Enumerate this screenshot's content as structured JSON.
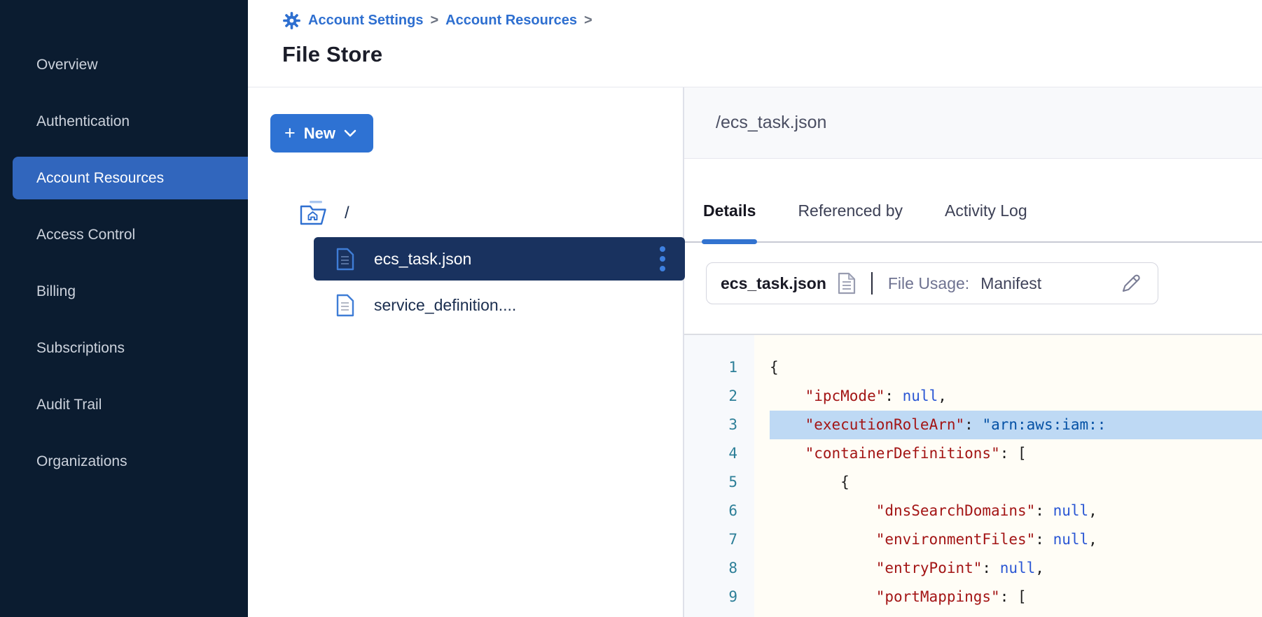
{
  "colors": {
    "sidebar_bg": "#0b1c30",
    "sidebar_active": "#3166bd",
    "brand_blue": "#2e6fd0",
    "tree_selected_bg": "#19325f",
    "tab_underline": "#3273d0",
    "line_highlight": "#bed9f4",
    "code_key": "#a31515",
    "code_string": "#0451a5",
    "code_null": "#2a56d4",
    "line_number": "#2d7f98"
  },
  "sidebar": {
    "items": [
      {
        "label": "Overview",
        "active": false
      },
      {
        "label": "Authentication",
        "active": false
      },
      {
        "label": "Account Resources",
        "active": true
      },
      {
        "label": "Access Control",
        "active": false
      },
      {
        "label": "Billing",
        "active": false
      },
      {
        "label": "Subscriptions",
        "active": false
      },
      {
        "label": "Audit Trail",
        "active": false
      },
      {
        "label": "Organizations",
        "active": false
      }
    ]
  },
  "header": {
    "breadcrumbs": [
      {
        "label": "Account Settings"
      },
      {
        "label": "Account Resources"
      }
    ],
    "separator": ">",
    "title": "File Store"
  },
  "tree": {
    "new_button": {
      "plus": "+",
      "label": "New"
    },
    "root_label": "/",
    "files": [
      {
        "name": "ecs_task.json",
        "selected": true,
        "has_menu": true
      },
      {
        "name": "service_definition....",
        "selected": false,
        "has_menu": false
      }
    ]
  },
  "detail": {
    "path": "/ecs_task.json",
    "tabs": [
      {
        "label": "Details",
        "active": true
      },
      {
        "label": "Referenced by",
        "active": false
      },
      {
        "label": "Activity Log",
        "active": false
      }
    ],
    "file_card": {
      "name": "ecs_task.json",
      "usage_label": "File Usage:",
      "usage_value": "Manifest"
    }
  },
  "editor": {
    "highlighted_line": 3,
    "lines": [
      {
        "num": 1,
        "indent": 0,
        "tokens": [
          {
            "t": "{",
            "c": "p"
          }
        ]
      },
      {
        "num": 2,
        "indent": 1,
        "tokens": [
          {
            "t": "\"ipcMode\"",
            "c": "k"
          },
          {
            "t": ": ",
            "c": "p"
          },
          {
            "t": "null",
            "c": "n"
          },
          {
            "t": ",",
            "c": "p"
          }
        ]
      },
      {
        "num": 3,
        "indent": 1,
        "tokens": [
          {
            "t": "\"executionRoleArn\"",
            "c": "k"
          },
          {
            "t": ": ",
            "c": "p"
          },
          {
            "t": "\"arn:aws:iam::",
            "c": "s"
          }
        ]
      },
      {
        "num": 4,
        "indent": 1,
        "tokens": [
          {
            "t": "\"containerDefinitions\"",
            "c": "k"
          },
          {
            "t": ": [",
            "c": "p"
          }
        ]
      },
      {
        "num": 5,
        "indent": 2,
        "tokens": [
          {
            "t": "{",
            "c": "p"
          }
        ]
      },
      {
        "num": 6,
        "indent": 3,
        "tokens": [
          {
            "t": "\"dnsSearchDomains\"",
            "c": "k"
          },
          {
            "t": ": ",
            "c": "p"
          },
          {
            "t": "null",
            "c": "n"
          },
          {
            "t": ",",
            "c": "p"
          }
        ]
      },
      {
        "num": 7,
        "indent": 3,
        "tokens": [
          {
            "t": "\"environmentFiles\"",
            "c": "k"
          },
          {
            "t": ": ",
            "c": "p"
          },
          {
            "t": "null",
            "c": "n"
          },
          {
            "t": ",",
            "c": "p"
          }
        ]
      },
      {
        "num": 8,
        "indent": 3,
        "tokens": [
          {
            "t": "\"entryPoint\"",
            "c": "k"
          },
          {
            "t": ": ",
            "c": "p"
          },
          {
            "t": "null",
            "c": "n"
          },
          {
            "t": ",",
            "c": "p"
          }
        ]
      },
      {
        "num": 9,
        "indent": 3,
        "tokens": [
          {
            "t": "\"portMappings\"",
            "c": "k"
          },
          {
            "t": ": [",
            "c": "p"
          }
        ]
      }
    ]
  }
}
